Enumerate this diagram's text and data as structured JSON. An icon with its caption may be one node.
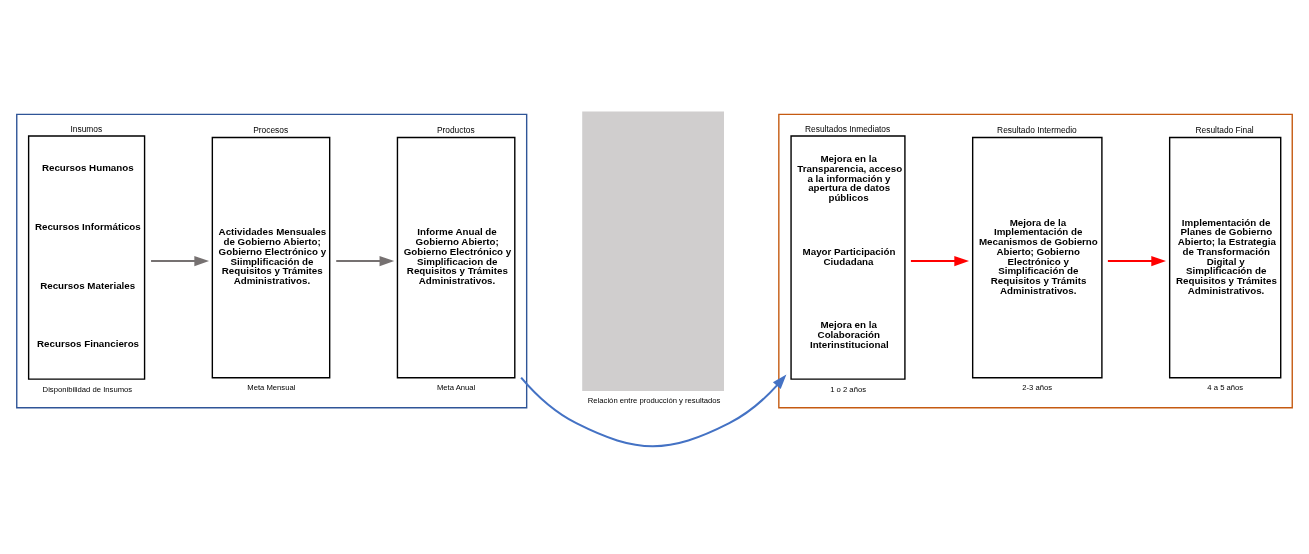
{
  "diagram": {
    "nodes": [
      {
        "text": [],
        "shape": "box"
      },
      {
        "text": [
          "Insumos",
          "Recursos Humanos",
          "Recursos Informáticos",
          "Recursos Materiales",
          "Recursos Financieros"
        ],
        "in": 0,
        "beside": [
          "Disponibilidad de Insumos"
        ]
      },
      {
        "text": [
          "Procesos",
          "Actividades Mensuales de Gobierno Abierto; Gobierno Electrónico y Siimplificación de Requisitos y Trámites Administrativos."
        ],
        "in": 0,
        "beside": [
          "Meta Mensual"
        ]
      },
      {
        "text": [
          "Productos",
          "Informe Anual de Gobierno Abierto; Gobierno Electrónico y Simplificacion de Requisitos y Trámites Administrativos."
        ],
        "in": 0,
        "beside": [
          "Meta Anual"
        ]
      },
      {
        "text": [],
        "shape": "bar",
        "beside": [
          "Relación entre producción y resultados"
        ]
      },
      {
        "text": [],
        "shape": "box"
      },
      {
        "text": [
          "Resultados Inmediatos",
          "Mejora en la Transparencia, acceso a la información y apertura de datos públicos",
          "Mayor Participación Ciudadana",
          "Mejora en la Colaboración Interinstitucional"
        ],
        "in": 5,
        "beside": [
          "1 o 2 años"
        ]
      },
      {
        "text": [
          "Resultado Intermedio",
          "Mejora de la Implementación de Mecanismos de Gobierno Abierto; Gobierno Electrónico y Simplificación de Requisitos y Trámits Administrativos."
        ],
        "in": 5,
        "beside": [
          "2-3 años"
        ]
      },
      {
        "text": [
          "Resultado Final",
          "Implementación de Planes de Gobierno Abierto; la Estrategia de Transformación Digital y Simplificación de Requisitos y Trámites Administrativos."
        ],
        "in": 5,
        "beside": [
          "4 a 5 años"
        ]
      }
    ],
    "edges": [
      {
        "from": 1,
        "to": 2,
        "arrow": "to",
        "color": "#767171"
      },
      {
        "from": 2,
        "to": 3,
        "arrow": "to",
        "color": "#767171"
      },
      {
        "from": 3,
        "to": 6,
        "arrow": "to",
        "color": "#4472c4"
      },
      {
        "from": 6,
        "to": 7,
        "arrow": "to",
        "color": "#ff0000"
      },
      {
        "from": 7,
        "to": 8,
        "arrow": "to",
        "color": "#ff0000"
      }
    ]
  }
}
